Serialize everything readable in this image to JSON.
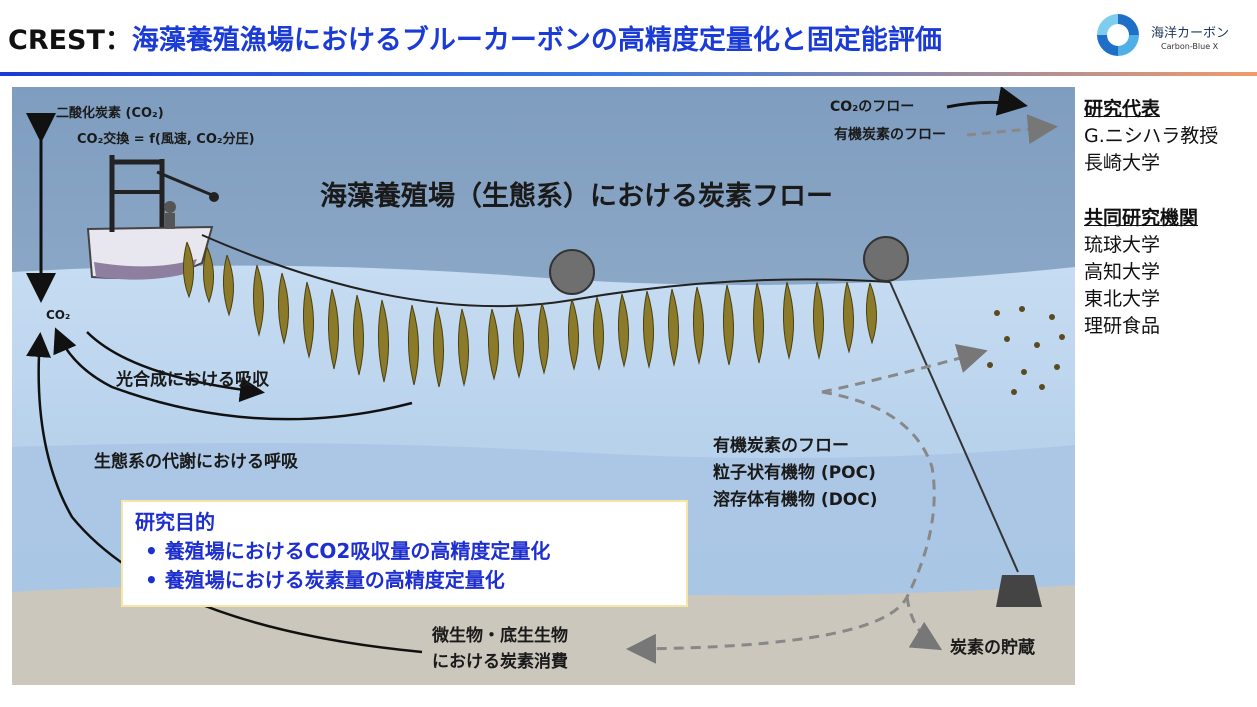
{
  "header": {
    "title_prefix": "CREST：",
    "title_main": "海藻養殖漁場におけるブルーカーボンの高精度定量化と固定能評価",
    "logo_name": "海洋カーボン",
    "logo_sub": "Carbon-Blue X"
  },
  "diagram": {
    "main_title": "海藻養殖場（生態系）における炭素フロー",
    "legend_co2": "CO₂のフロー",
    "legend_organic": "有機炭素のフロー",
    "co2_air": "二酸化炭素 (CO₂)",
    "co2_exchange": "CO₂交換 = f(風速, CO₂分圧)",
    "co2_label": "CO₂",
    "photosynthesis": "光合成における吸収",
    "respiration": "生態系の代謝における呼吸",
    "organic_flow": "有機炭素のフロー",
    "poc": "粒子状有機物 (POC)",
    "doc": "溶存体有機物 (DOC)",
    "microbe_line1": "微生物・底生生物",
    "microbe_line2": "における炭素消費",
    "storage": "炭素の貯蔵"
  },
  "purpose": {
    "heading": "研究目的",
    "items": [
      "•  養殖場におけるCO2吸収量の高精度定量化",
      "•  養殖場における炭素量の高精度定量化"
    ]
  },
  "sidebar": {
    "rep_heading": "研究代表",
    "rep_name": "G.ニシハラ教授",
    "rep_affil": "長崎大学",
    "joint_heading": "共同研究機関",
    "joint_items": [
      "琉球大学",
      "高知大学",
      "東北大学",
      "理研食品"
    ]
  },
  "colors": {
    "title_blue": "#1a3bd6",
    "sky": "#8ea9c5",
    "sea_surface": "#b9d3ec",
    "sea_deep": "#aac7e6",
    "sand": "#ccc7bd",
    "seaweed": "#8a7a2a"
  }
}
